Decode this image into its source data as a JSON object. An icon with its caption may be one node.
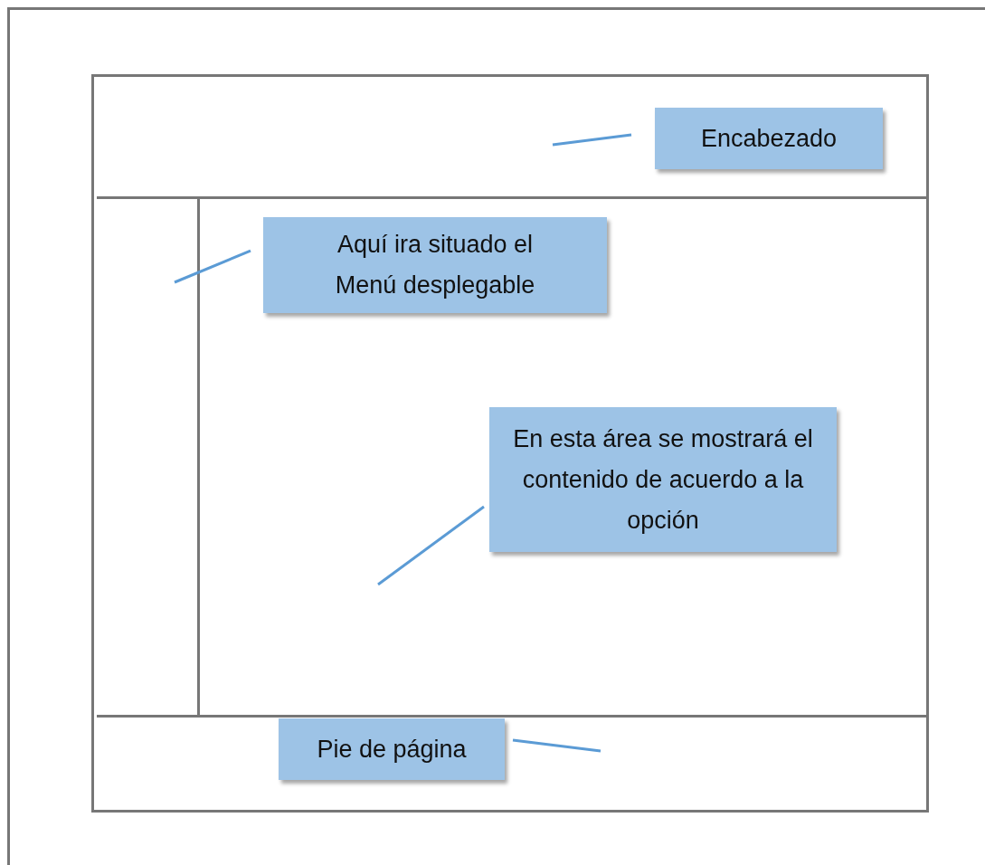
{
  "diagram": {
    "nodes": [
      {
        "text": [],
        "shape": "box"
      },
      {
        "text": [],
        "shape": "box",
        "in": 0
      },
      {
        "text": [],
        "shape": "box",
        "in": 1
      },
      {
        "text": [],
        "shape": "box",
        "in": 1
      },
      {
        "text": [],
        "shape": "box",
        "in": 1
      },
      {
        "text": [],
        "shape": "box",
        "in": 1
      },
      {
        "text": [
          "Encabezado"
        ],
        "in": 2
      },
      {
        "text": [
          "Aquí ira situado el Menú desplegable"
        ],
        "in": 4
      },
      {
        "text": [
          "En esta área se mostrará el contenido de acuerdo a la opción"
        ],
        "in": 4
      },
      {
        "text": [
          "Pie de página"
        ],
        "in": 5
      }
    ],
    "edges": [
      {
        "from": 6,
        "to": 2,
        "arrow": "none"
      },
      {
        "from": 7,
        "to": 3,
        "arrow": "none"
      },
      {
        "from": 8,
        "to": 4,
        "arrow": "none"
      },
      {
        "from": 9,
        "to": 5,
        "arrow": "none"
      }
    ]
  }
}
